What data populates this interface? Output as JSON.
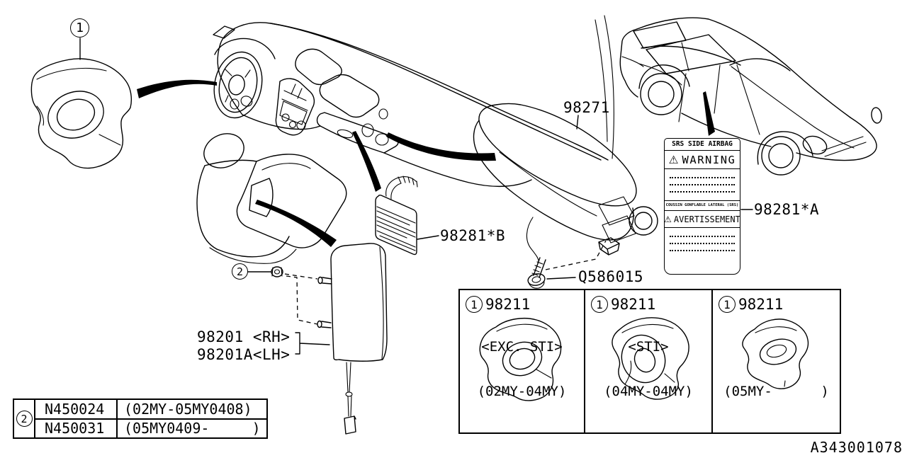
{
  "diagram": {
    "doc_number": "A343001078",
    "callout_driver": "1",
    "callout_nut": "2",
    "labels": {
      "passenger_airbag": "98271",
      "sticker_b": "98281*B",
      "sticker_a": "98281*A",
      "bolt": "Q586015",
      "side_airbag_rh": "98201 <RH>",
      "side_airbag_lh": "98201A<LH>"
    },
    "warning_label": {
      "header": "SRS SIDE AIRBAG",
      "warning_icon": "⚠",
      "warning_title": "WARNING",
      "french_band": "COUSSIN GONFLABLE LATERAL (SRS)",
      "french_icon": "⚠",
      "french_title": "AVERTISSEMENT"
    },
    "fastener_table": {
      "ref": "2",
      "rows": [
        {
          "part": "N450024",
          "range": "(02MY-05MY0408)"
        },
        {
          "part": "N450031",
          "range": "(05MY0409-     )"
        }
      ]
    },
    "pad_table": {
      "ref": "1",
      "part_number": "98211",
      "cells": [
        {
          "variant": "<EXC. STI>",
          "range": "(02MY-04MY)"
        },
        {
          "variant": "<STI>",
          "range": "(04MY-04MY)"
        },
        {
          "variant": "",
          "range": "(05MY-      )"
        }
      ]
    }
  }
}
